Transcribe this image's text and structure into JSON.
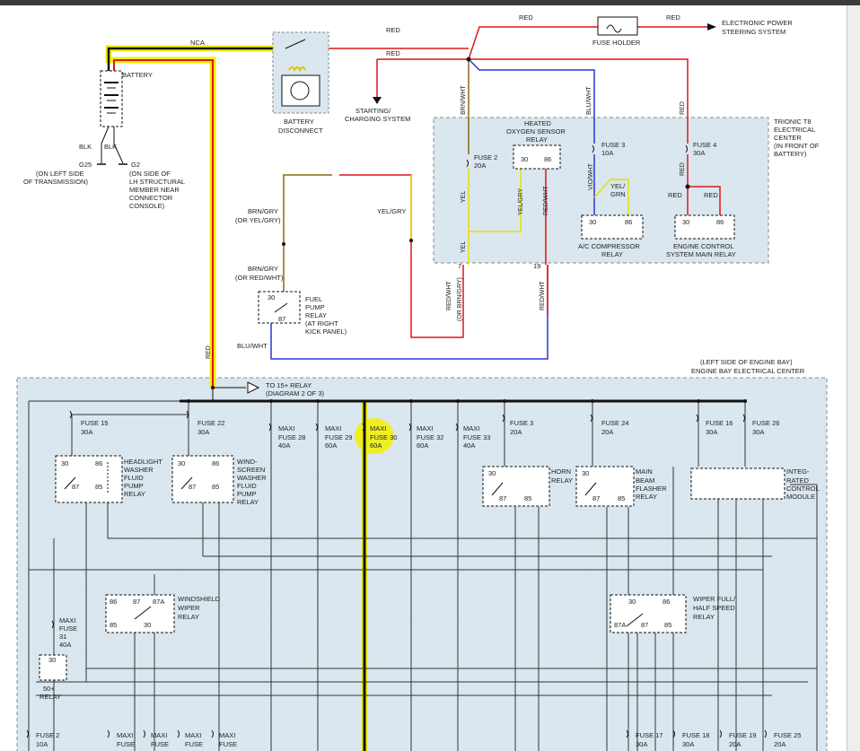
{
  "colors": {
    "red": "#e01515",
    "blue": "#2a35d8",
    "yellow_wire": "#e8e000",
    "brown_wire": "#8b6914",
    "highlight": "#f0f000",
    "panel_fill": "#dce9f1",
    "panel_border": "#8a8a8a"
  },
  "wire_labels": {
    "nca": "NCA",
    "red_1": "RED",
    "red_2": "RED",
    "red_3": "RED",
    "red_4": "RED",
    "red_5": "RED",
    "red_bat": "RED",
    "blk_1": "BLK",
    "blk_2": "BLK",
    "brn_wht": "BRN/WHT",
    "blu_wht_top": "BLU/WHT",
    "yel_1": "YEL",
    "yel_2": "YEL",
    "yel_gry_relay": "YEL/GRY",
    "red_wht_relay": "RED/WHT",
    "vio_wht": "VIO/WHT",
    "yel_grn_1": "YEL/",
    "yel_grn_2": "GRN",
    "red_c1": "RED",
    "red_c2": "RED",
    "red_86": "RED",
    "brn_gry_1": "BRN/GRY",
    "or_yel_gry": "(OR YEL/GRY)",
    "brn_gry_2": "BRN/GRY",
    "or_red_wht": "(OR RED/WHT)",
    "yel_gry": "YEL/GRY",
    "red_wht_v1": "RED/WHT",
    "or_brn_gry": "(OR BRN/GRY)",
    "red_wht_v2": "RED/WHT",
    "blu_wht": "BLU/WHT"
  },
  "components": {
    "fuse_holder": "FUSE HOLDER",
    "eps_1": "ELECTRONIC POWER",
    "eps_2": "STEERING SYSTEM",
    "battery": "BATTERY",
    "batt_disc_1": "BATTERY",
    "batt_disc_2": "DISCONNECT",
    "starting_1": "STARTING/",
    "starting_2": "CHARGING SYSTEM",
    "g25_1": "G25",
    "g25_2": "(ON LEFT SIDE",
    "g25_3": "OF TRANSMISSION)",
    "g2_1": "G2",
    "g2_2": "(ON SIDE OF",
    "g2_3": "LH STRUCTURAL",
    "g2_4": "MEMBER NEAR",
    "g2_5": "CONNECTOR",
    "g2_6": "CONSOLE)",
    "trionic_1": "TRIONIC T8",
    "trionic_2": "ELECTRICAL",
    "trionic_3": "CENTER",
    "trionic_4": "(IN FRONT OF",
    "trionic_5": "BATTERY)",
    "heated_1": "HEATED",
    "heated_2": "OXYGEN SENSOR",
    "heated_3": "RELAY",
    "fuse2_top_1": "FUSE 2",
    "fuse2_top_2": "20A",
    "fuse3_top_1": "FUSE 3",
    "fuse3_top_2": "10A",
    "fuse4_top_1": "FUSE 4",
    "fuse4_top_2": "30A",
    "ac_1": "A/C COMPRESSOR",
    "ac_2": "RELAY",
    "ecm_1": "ENGINE CONTROL",
    "ecm_2": "SYSTEM MAIN RELAY",
    "pin_7": "7",
    "pin_19": "19",
    "fuel_1": "FUEL",
    "fuel_2": "PUMP",
    "fuel_3": "RELAY",
    "fuel_4": "(AT RIGHT",
    "fuel_5": "KICK PANEL)",
    "ebec_1": "(LEFT SIDE OF ENGINE BAY)",
    "ebec_2": "ENGINE BAY ELECTRICAL CENTER",
    "to15_1": "TO 15+ RELAY",
    "to15_2": "(DIAGRAM 2 OF 3)",
    "f15_1": "FUSE 15",
    "f15_2": "30A",
    "f22_1": "FUSE 22",
    "f22_2": "30A",
    "mf28_1": "MAXI",
    "mf28_2": "FUSE 28",
    "mf28_3": "40A",
    "mf29_1": "MAXI",
    "mf29_2": "FUSE 29",
    "mf29_3": "60A",
    "mf30_1": "MAXI",
    "mf30_2": "FUSE 30",
    "mf30_3": "60A",
    "mf32_1": "MAXI",
    "mf32_2": "FUSE 32",
    "mf32_3": "60A",
    "mf33_1": "MAXI",
    "mf33_2": "FUSE 33",
    "mf33_3": "40A",
    "f3_1": "FUSE 3",
    "f3_2": "20A",
    "f24_1": "FUSE 24",
    "f24_2": "20A",
    "f16_1": "FUSE 16",
    "f16_2": "30A",
    "f26_1": "FUSE 26",
    "f26_2": "30A",
    "hw_1": "HEADLIGHT",
    "hw_2": "WASHER",
    "hw_3": "FLUID",
    "hw_4": "PUMP",
    "hw_5": "RELAY",
    "ws_1": "WIND-",
    "ws_2": "SCREEN",
    "ws_3": "WASHER",
    "ws_4": "FLUID",
    "ws_5": "PUMP",
    "ws_6": "RELAY",
    "horn_1": "HORN",
    "horn_2": "RELAY",
    "mb_1": "MAIN",
    "mb_2": "BEAM",
    "mb_3": "FLASHER",
    "mb_4": "RELAY",
    "icm_1": "INTEG-",
    "icm_2": "RATED",
    "icm_3": "CONTROL",
    "icm_4": "MODULE",
    "wr_1": "WINDSHIELD",
    "wr_2": "WIPER",
    "wr_3": "RELAY",
    "wfh_1": "WIPER FULL/",
    "wfh_2": "HALF SPEED",
    "wfh_3": "RELAY",
    "mf31_1": "MAXI",
    "mf31_2": "FUSE",
    "mf31_3": "31",
    "mf31_4": "40A",
    "r50_1": "50+",
    "r50_2": "RELAY",
    "fb2_1": "FUSE 2",
    "fb2_2": "10A",
    "maxi_a": "MAXI",
    "maxi_b": "MAXI",
    "maxi_c": "MAXI",
    "maxi_d": "MAXI",
    "fuse_a": "FUSE",
    "fuse_b": "FUSE",
    "fuse_c": "FUSE",
    "fuse_d": "FUSE",
    "fb17_1": "FUSE 17",
    "fb17_2": "30A",
    "fb18_1": "FUSE 18",
    "fb18_2": "30A",
    "fb19_1": "FUSE 19",
    "fb19_2": "20A",
    "fb25_1": "FUSE 25",
    "fb25_2": "20A"
  },
  "pins": {
    "p30": "30",
    "p86": "86",
    "p87": "87",
    "p85": "85",
    "p87a": "87A"
  }
}
